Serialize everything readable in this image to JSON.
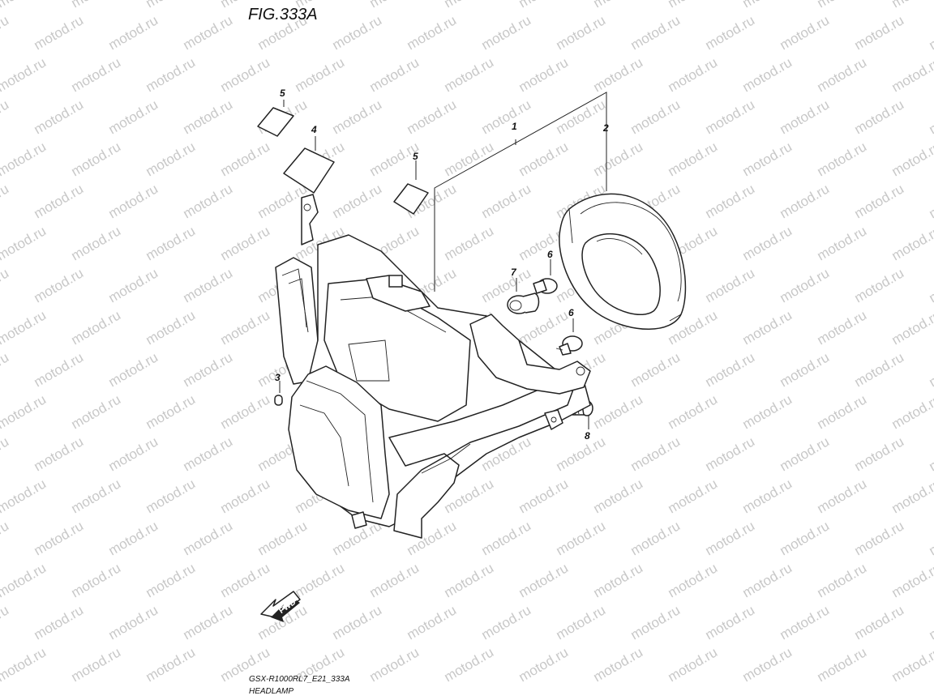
{
  "figure": {
    "title": "FIG.333A",
    "caption_code": "GSX-R1000RL7_E21_333A",
    "caption_name": "HEADLAMP"
  },
  "watermark": "motod.ru",
  "fwd_label": "FWD",
  "callouts": {
    "p1": "1",
    "p2": "2",
    "p3": "3",
    "p4": "4",
    "p5a": "5",
    "p5b": "5",
    "p6a": "6",
    "p6b": "6",
    "p7": "7",
    "p8": "8"
  }
}
